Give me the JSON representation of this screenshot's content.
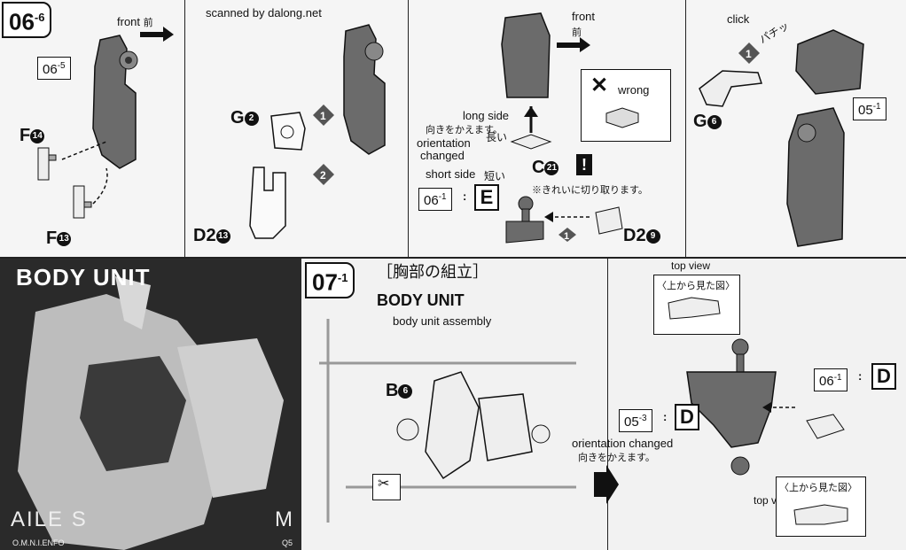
{
  "steps": {
    "s06_6": {
      "label": "06",
      "sub": "-6"
    },
    "s07_1": {
      "label": "07",
      "sub": "-1"
    }
  },
  "credit": "scanned by dalong.net",
  "panel1": {
    "front": "front",
    "front_jp": "前",
    "ref": {
      "label": "06",
      "sub": "-5"
    },
    "partA": {
      "letter": "F",
      "num": "14"
    },
    "partB": {
      "letter": "F",
      "num": "13"
    }
  },
  "panel2": {
    "partA": {
      "letter": "G",
      "num": "2"
    },
    "partB": {
      "letter": "D2",
      "num": "13"
    }
  },
  "panel3": {
    "front": "front",
    "front_jp": "前",
    "wrong": "wrong",
    "long_side": "long side",
    "long_jp": "長い",
    "jp_turn": "向きをかえます。",
    "orientation": "orientation",
    "changed": "changed",
    "short_side": "short side",
    "short_jp": "短い",
    "partC": {
      "letter": "C",
      "num": "21"
    },
    "note": "※きれいに切り取ります。",
    "ref": {
      "label": "06",
      "sub": "-1"
    },
    "ref_letter": "E",
    "partD": {
      "letter": "D2",
      "num": "9"
    }
  },
  "panel4": {
    "click": "click",
    "click_jp": "パチッ",
    "partG": {
      "letter": "G",
      "num": "6"
    },
    "ref": {
      "label": "05",
      "sub": "-1"
    }
  },
  "body_panel": {
    "title": "BODY UNIT",
    "bottom": "AILE S",
    "bottom_right": "M",
    "sub": "O.M.N.I.ENFO",
    "sub_right": "Q5"
  },
  "panel5": {
    "jp_title": "［胸部の組立］",
    "title": "BODY UNIT",
    "subtitle": "body unit assembly",
    "partB": {
      "letter": "B",
      "num": "6"
    }
  },
  "panel6": {
    "top_view": "top view",
    "top_view_jp": "〈上から見た図〉",
    "ref1": {
      "label": "06",
      "sub": "-1"
    },
    "ref1_letter": "D",
    "ref2": {
      "label": "05",
      "sub": "-3"
    },
    "ref2_letter": "D",
    "orientation_changed": "orientation changed",
    "jp_turn": "向きをかえます。",
    "top_view2": "top view",
    "top_view_jp2": "〈上から見た図〉"
  },
  "arrow_nums": [
    "1",
    "2"
  ]
}
